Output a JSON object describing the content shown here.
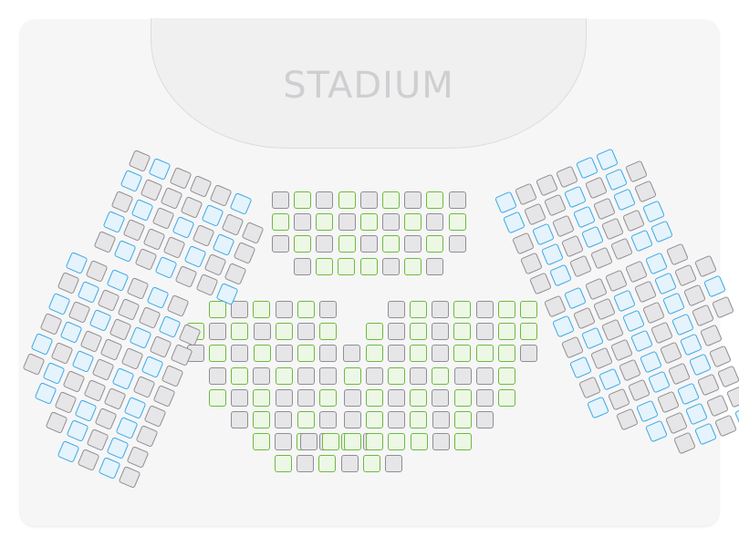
{
  "stage": {
    "label": "STADIUM"
  },
  "colors": {
    "card_background": "#f6f6f7",
    "stage_fill": "#f0f0f1",
    "stage_label": "#cfcfd2",
    "seat_status": {
      "available": {
        "border": "#6cbb3c",
        "fill": "#edf7e6"
      },
      "premium": {
        "border": "#3aa9e5",
        "fill": "#e5f3fc"
      },
      "unavailable": {
        "border": "#8f8f93",
        "fill": "#e6e6e8"
      }
    }
  },
  "seat_map": {
    "blocks": [
      {
        "id": "center-top",
        "rows": [
          "ugugugugu",
          "gugugugug",
          "ugugugugu",
          "ugggugu"
        ]
      },
      {
        "id": "orchestra-left",
        "rows": [
          "gugugu",
          "gugugug",
          "ugugugu",
          "uguguu",
          "guguug",
          "ugugu",
          "gugugu",
          "gugugu"
        ]
      },
      {
        "id": "orchestra-right",
        "rows": [
          "ugugugg",
          "gugugugg",
          "ugugugggu",
          "guguguug",
          "ugugugug",
          "ugugugu",
          "ugggggug"
        ]
      },
      {
        "id": "upper-left",
        "rows": [
          "upuuup",
          "puuupuu",
          "upupupu",
          "puuupuu",
          "upupuup"
        ]
      },
      {
        "id": "upper-right",
        "rows": [
          "puuupp",
          "puupupu",
          "upupupu",
          "upupuup",
          "upuuupp"
        ]
      },
      {
        "id": "side-left",
        "rows": [
          "pupupu",
          "upuuupu",
          "pupupuu",
          "upuuupu",
          "pupupuu",
          "upuuupu",
          "pupupu",
          "upupu",
          "pupu"
        ]
      },
      {
        "id": "side-right",
        "rows": [
          "upuuupu",
          "puupupuu",
          "upupupup",
          "puupupuu",
          "upupupu",
          "puupupu",
          "upupuu",
          "pupuu",
          "upup"
        ]
      }
    ]
  }
}
